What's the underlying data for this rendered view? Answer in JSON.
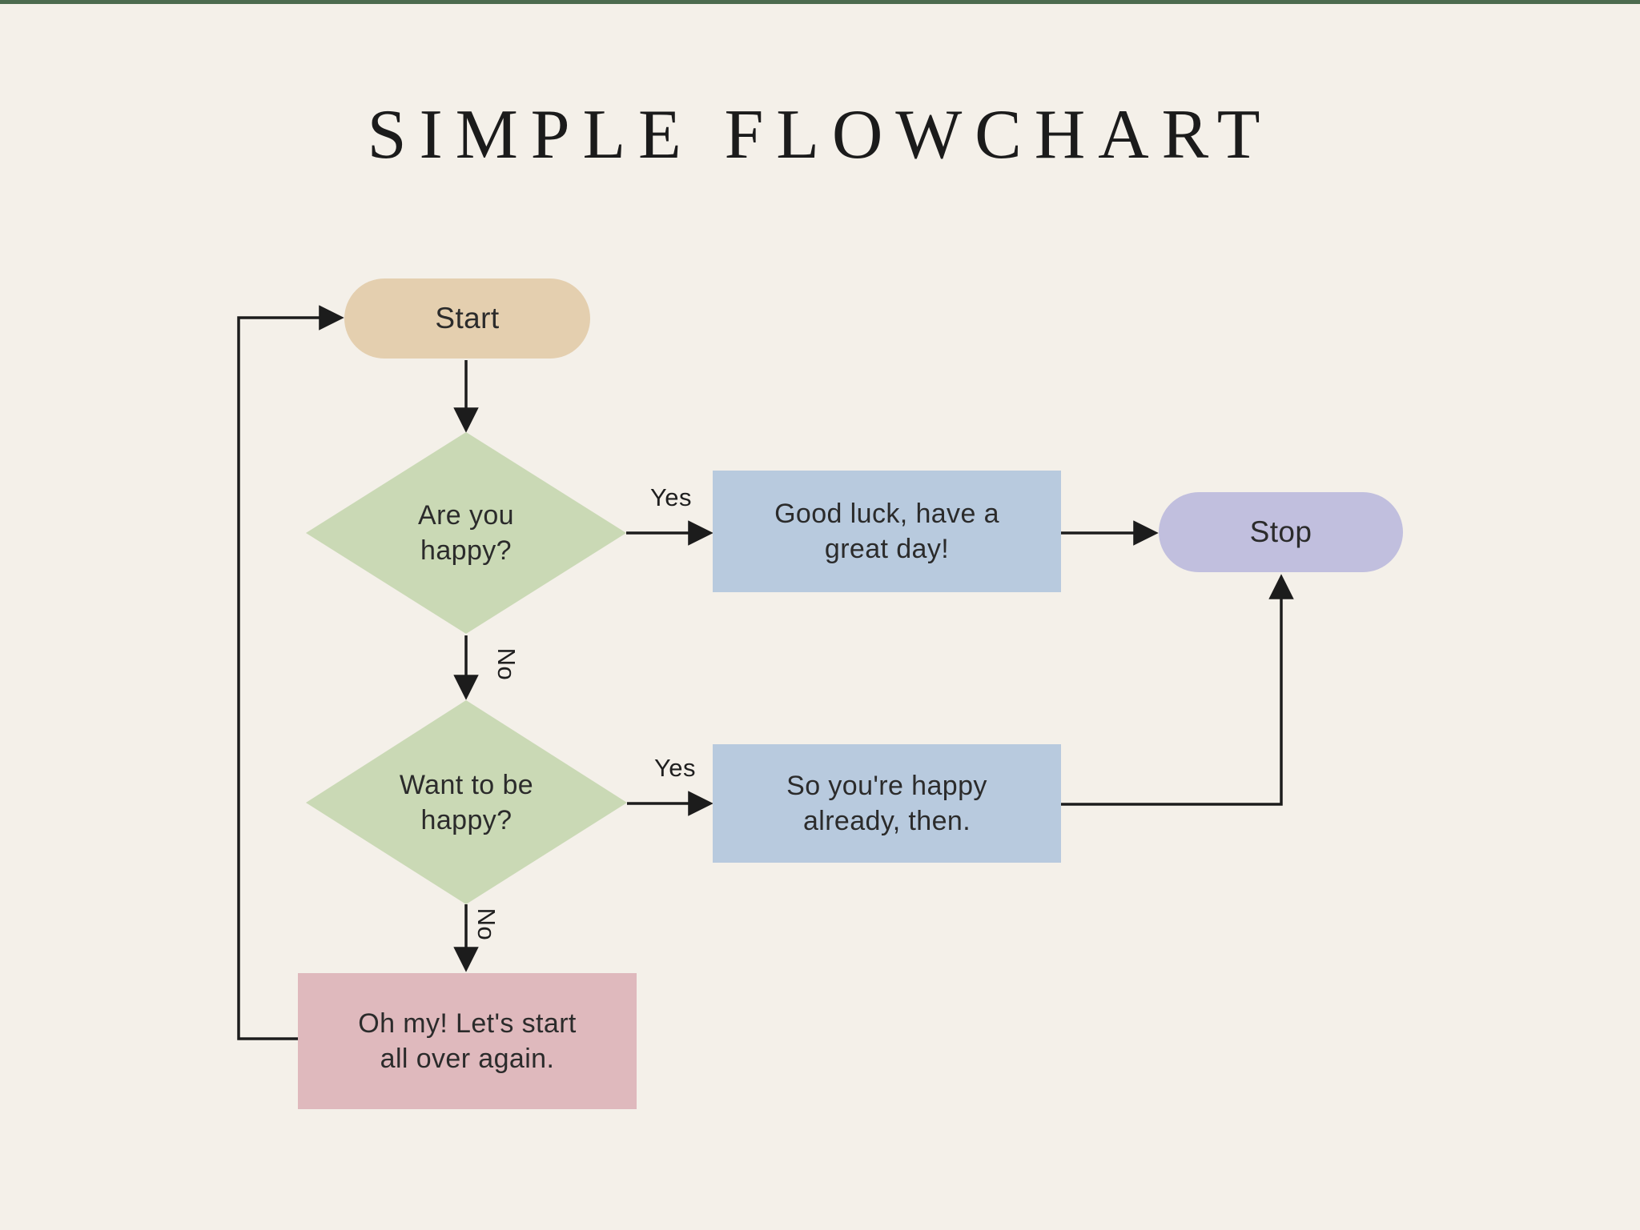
{
  "page": {
    "title": "SIMPLE FLOWCHART"
  },
  "colors": {
    "background": "#f4f0e9",
    "top_strip": "#4c6b4f",
    "line": "#1c1c1c",
    "text": "#2b2b2b",
    "start_fill": "#e4cfaf",
    "decision_fill": "#cad9b5",
    "process_fill": "#b8cade",
    "stop_fill": "#c1bfde",
    "restart_fill": "#dfb9bd"
  },
  "flowchart": {
    "nodes": {
      "start": {
        "type": "terminator",
        "label": "Start"
      },
      "q1": {
        "type": "decision",
        "label": "Are you happy?"
      },
      "good_luck": {
        "type": "process",
        "label": "Good luck, have a great day!"
      },
      "stop": {
        "type": "terminator",
        "label": "Stop"
      },
      "q2": {
        "type": "decision",
        "label": "Want to be happy?"
      },
      "happy_already": {
        "type": "process",
        "label": "So you're happy already, then."
      },
      "start_over": {
        "type": "process",
        "label": "Oh my! Let's start all over again."
      }
    },
    "edge_labels": {
      "q1_yes": "Yes",
      "q1_no": "No",
      "q2_yes": "Yes",
      "q2_no": "No"
    },
    "edges": [
      {
        "from": "start",
        "to": "q1",
        "label": ""
      },
      {
        "from": "q1",
        "to": "good_luck",
        "label": "Yes"
      },
      {
        "from": "good_luck",
        "to": "stop",
        "label": ""
      },
      {
        "from": "q1",
        "to": "q2",
        "label": "No"
      },
      {
        "from": "q2",
        "to": "happy_already",
        "label": "Yes"
      },
      {
        "from": "happy_already",
        "to": "stop",
        "label": ""
      },
      {
        "from": "q2",
        "to": "start_over",
        "label": "No"
      },
      {
        "from": "start_over",
        "to": "start",
        "label": ""
      }
    ]
  }
}
